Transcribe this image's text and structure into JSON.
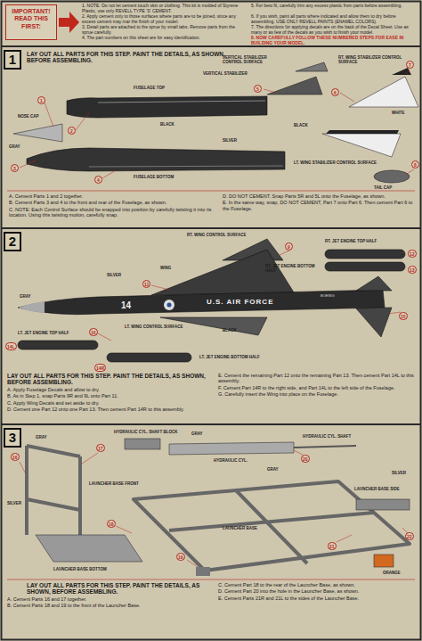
{
  "diagram": {
    "nodes": [
      {
        "text": [
          "IMPORTANT! READ THIS FIRST:"
        ]
      },
      {
        "text": [
          "1"
        ]
      },
      {
        "text": [
          "2"
        ]
      },
      {
        "text": [
          "3"
        ]
      }
    ],
    "labels": [
      "1. NOTE: Do not let cement touch skin or clothing. This kit is molded of Styrene Plastic, use only REVELL TYPE 'S' CEMENT.",
      "2. Apply cement only to those surfaces where parts are to be joined, since any excess cement may mar the finish of your model.",
      "3. Detail parts are attached to the sprue by small tabs. Remove parts from the sprue carefully.",
      "4. The part numbers on this sheet are for easy identification.",
      "5. For best fit, carefully trim any excess plastic from parts before assembling.",
      "6. If you wish, paint all parts where indicated and allow them to dry before assembling. USE ONLY REVELL PAINTS (ENAMEL COLORS).",
      "7. The directions for applying decals are on the back of the Decal Sheet. Use as many or as few of the decals as you wish to finish your model.",
      "8. NOW CAREFULLY FOLLOW THESE NUMBERED STEPS FOR EASE IN BUILDING YOUR MODEL.",
      "LAY OUT ALL PARTS FOR THIS STEP. PAINT THE DETAILS, AS SHOWN, BEFORE ASSEMBLING.",
      "NOSE CAP",
      "FUSELAGE TOP",
      "VERTICAL STABILIZER CONTROL SURFACE",
      "VERTICAL STABILIZER",
      "RT. WING STABILIZER CONTROL SURFACE",
      "LT. WING STABILIZER CONTROL SURFACE",
      "FUSELAGE BOTTOM",
      "TAIL CAP",
      "GRAY",
      "BLACK",
      "SILVER",
      "WHITE",
      "BLACK",
      "1",
      "2",
      "3",
      "4",
      "5",
      "6",
      "7",
      "8",
      "A. Cement Parts 1 and 2 together.",
      "B. Cement Parts 3 and 4 to the front and rear of the Fuselage, as shown.",
      "C. NOTE: Each Control Surface should be snapped into position by carefully twisting it into its location. Using this twisting motion, carefully snap.",
      "D. DO NOT CEMENT. Snap Parts 5R and 5L onto the Fuselage, as shown.",
      "E. In the same way, snap, DO NOT CEMENT, Part 7 onto Part 6. Then cement Part 6 to the Fuselage.",
      "RT. WING CONTROL SURFACE",
      "WING",
      "LT. WING CONTROL SURFACE",
      "RT. JET ENGINE TOP HALF",
      "RT. JET ENGINE BOTTOM HALF",
      "LT. JET ENGINE TOP HALF",
      "LT. JET ENGINE BOTTOM HALF",
      "14",
      "U.S. AIR FORCE",
      "BOEING",
      "SILVER",
      "BLACK",
      "GRAY",
      "9",
      "10",
      "11",
      "12",
      "13",
      "14L",
      "14R",
      "15",
      "LAY OUT ALL PARTS FOR THIS STEP. PAINT THE DETAILS, AS SHOWN, BEFORE ASSEMBLING.",
      "A. Apply Fuselage Decals and allow to dry.",
      "B. As in Step 1, snap Parts 9R and 9L onto Part 11.",
      "C. Apply Wing Decals and set aside to dry.",
      "D. Cement one Part 12 onto one Part 13. Then cement Part 14R to this assembly.",
      "E. Cement the remaining Part 12 onto the remaining Part 13. Then cement Part 14L to this assembly.",
      "F. Cement Part 14R to the right side, and Part 14L to the left side of the Fuselage.",
      "G. Carefully insert the Wing into place on the Fuselage.",
      "HYDRAULIC CYL. SHAFT BLOCK",
      "HYDRAULIC CYL. SHAFT",
      "LAUNCHER BASE FRONT",
      "LAUNCHER BASE",
      "LAUNCHER BASE BOTTOM",
      "LAUNCHER BASE SIDE",
      "HYDRAULIC CYL.",
      "GRAY",
      "SILVER",
      "GRAY",
      "SILVER",
      "GRAY",
      "ORANGE",
      "16",
      "17",
      "18",
      "19",
      "20",
      "21",
      "22",
      "LAY OUT ALL PARTS FOR THIS STEP. PAINT THE DETAILS, AS SHOWN, BEFORE ASSEMBLING.",
      "A. Cement Parts 16 and 17 together.",
      "B. Cement Parts 18 and 19 to the front of the Launcher Base.",
      "C. Cement Part 18 to the rear of the Launcher Base, as shown.",
      "D. Cement Part 20 into the hole in the Launcher Base, as shown.",
      "E. Cement Parts 21R and 21L to the sides of the Launcher Base."
    ]
  }
}
